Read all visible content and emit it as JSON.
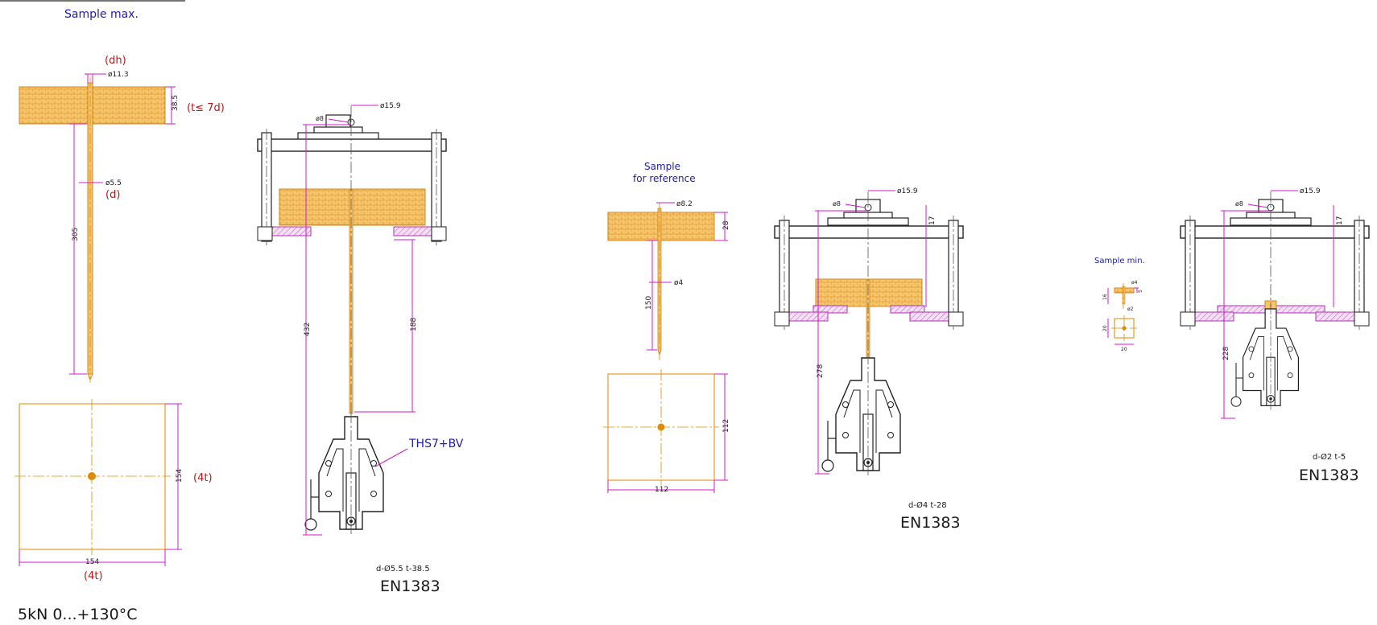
{
  "labels": {
    "sample_max": "Sample max.",
    "sample_ref": "Sample",
    "sample_ref2": "for reference",
    "sample_min": "Sample min.",
    "dh": "(dh)",
    "t_le_7d": "(t≤ 7d)",
    "d": "(d)",
    "four_t_right": "(4t)",
    "four_t_bottom": "(4t)",
    "ths": "THS7+BV",
    "spec1": "d-Ø5.5  t-38.5",
    "spec2": "d-Ø4  t-28",
    "spec3": "d-Ø2  t-5",
    "std1": "EN1383",
    "std2": "EN1383",
    "std3": "EN1383",
    "footer": "5kN    0...+130°C"
  },
  "dims": {
    "d_11_3": "ø11.3",
    "d_38_5": "38.5",
    "d_5_5": "ø5.5",
    "d_305": "305",
    "d_154_v": "154",
    "d_154_h": "154",
    "d_15_9_a": "ø15.9",
    "d_8_a": "ø8",
    "d_432": "432",
    "d_188": "188",
    "d_8_2": "ø8.2",
    "d_28": "28",
    "d_4": "ø4",
    "d_150": "150",
    "d_112_v": "112",
    "d_112_h": "112",
    "d_15_9_b": "ø15.9",
    "d_8_b": "ø8",
    "d_17_b": "17",
    "d_278": "278",
    "d_15_9_c": "ø15.9",
    "d_8_c": "ø8",
    "d_17_c": "17",
    "d_228": "228",
    "d_min_5": "5",
    "d_min_2": "ø2",
    "d_min_4": "ø4",
    "d_min_16": "16",
    "d_min_20v": "20",
    "d_min_20h": "20"
  },
  "colors": {
    "magenta": "#d21ad2",
    "orange": "#e08a00",
    "blue_text": "#1c1cb4",
    "red_text": "#c21414",
    "black": "#222222"
  }
}
